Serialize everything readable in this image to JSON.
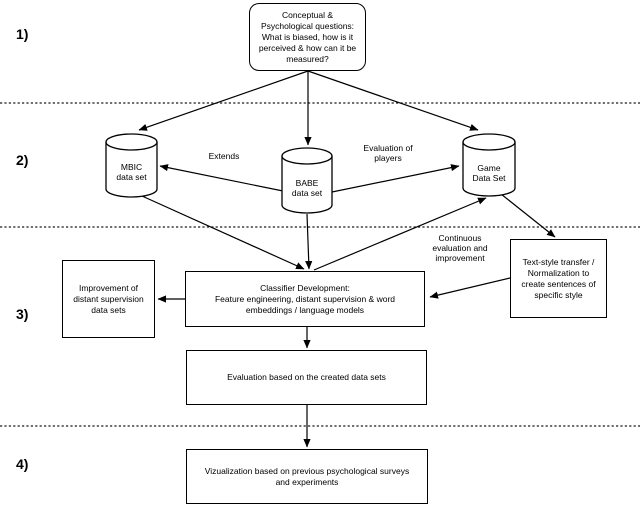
{
  "figure": {
    "stage_labels": [
      "1)",
      "2)",
      "3)",
      "4)"
    ],
    "nodes": {
      "conceptual_questions": "Conceptual &\nPsychological questions:\nWhat is biased, how is it\nperceived & how can it be\nmeasured?",
      "mbic_dataset": "MBIC\ndata set",
      "babe_dataset": "BABE\ndata set",
      "game_dataset": "Game\nData Set",
      "improvement_distant_supervision": "Improvement of\ndistant supervision\ndata sets",
      "classifier_development": "Classifier Development:\nFeature engineering, distant supervision & word\nembeddings / language models",
      "text_style_transfer": "Text-style transfer /\nNormalization to\ncreate sentences of\nspecific style",
      "evaluation_created_datasets": "Evaluation based on the created data sets",
      "visualization": "Vizualization based on previous psychological surveys\nand experiments"
    },
    "edge_labels": {
      "extends": "Extends",
      "evaluation_of_players": "Evaluation of\nplayers",
      "continuous_evaluation": "Continuous\nevaluation and\nimprovement"
    },
    "colors": {
      "stroke": "#000000",
      "background": "#ffffff"
    }
  }
}
